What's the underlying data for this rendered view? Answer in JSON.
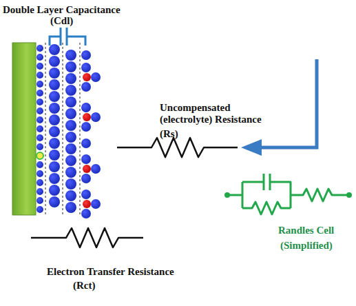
{
  "diagram": {
    "labels": [
      "Double Layer Capacitance",
      "(Cdl)",
      "Uncompensated (electrolyte) Resistance",
      "(Rs)",
      "Electron Transfer Resistance",
      "(Rct)",
      "Randles Cell",
      "(Simplified)"
    ]
  }
}
